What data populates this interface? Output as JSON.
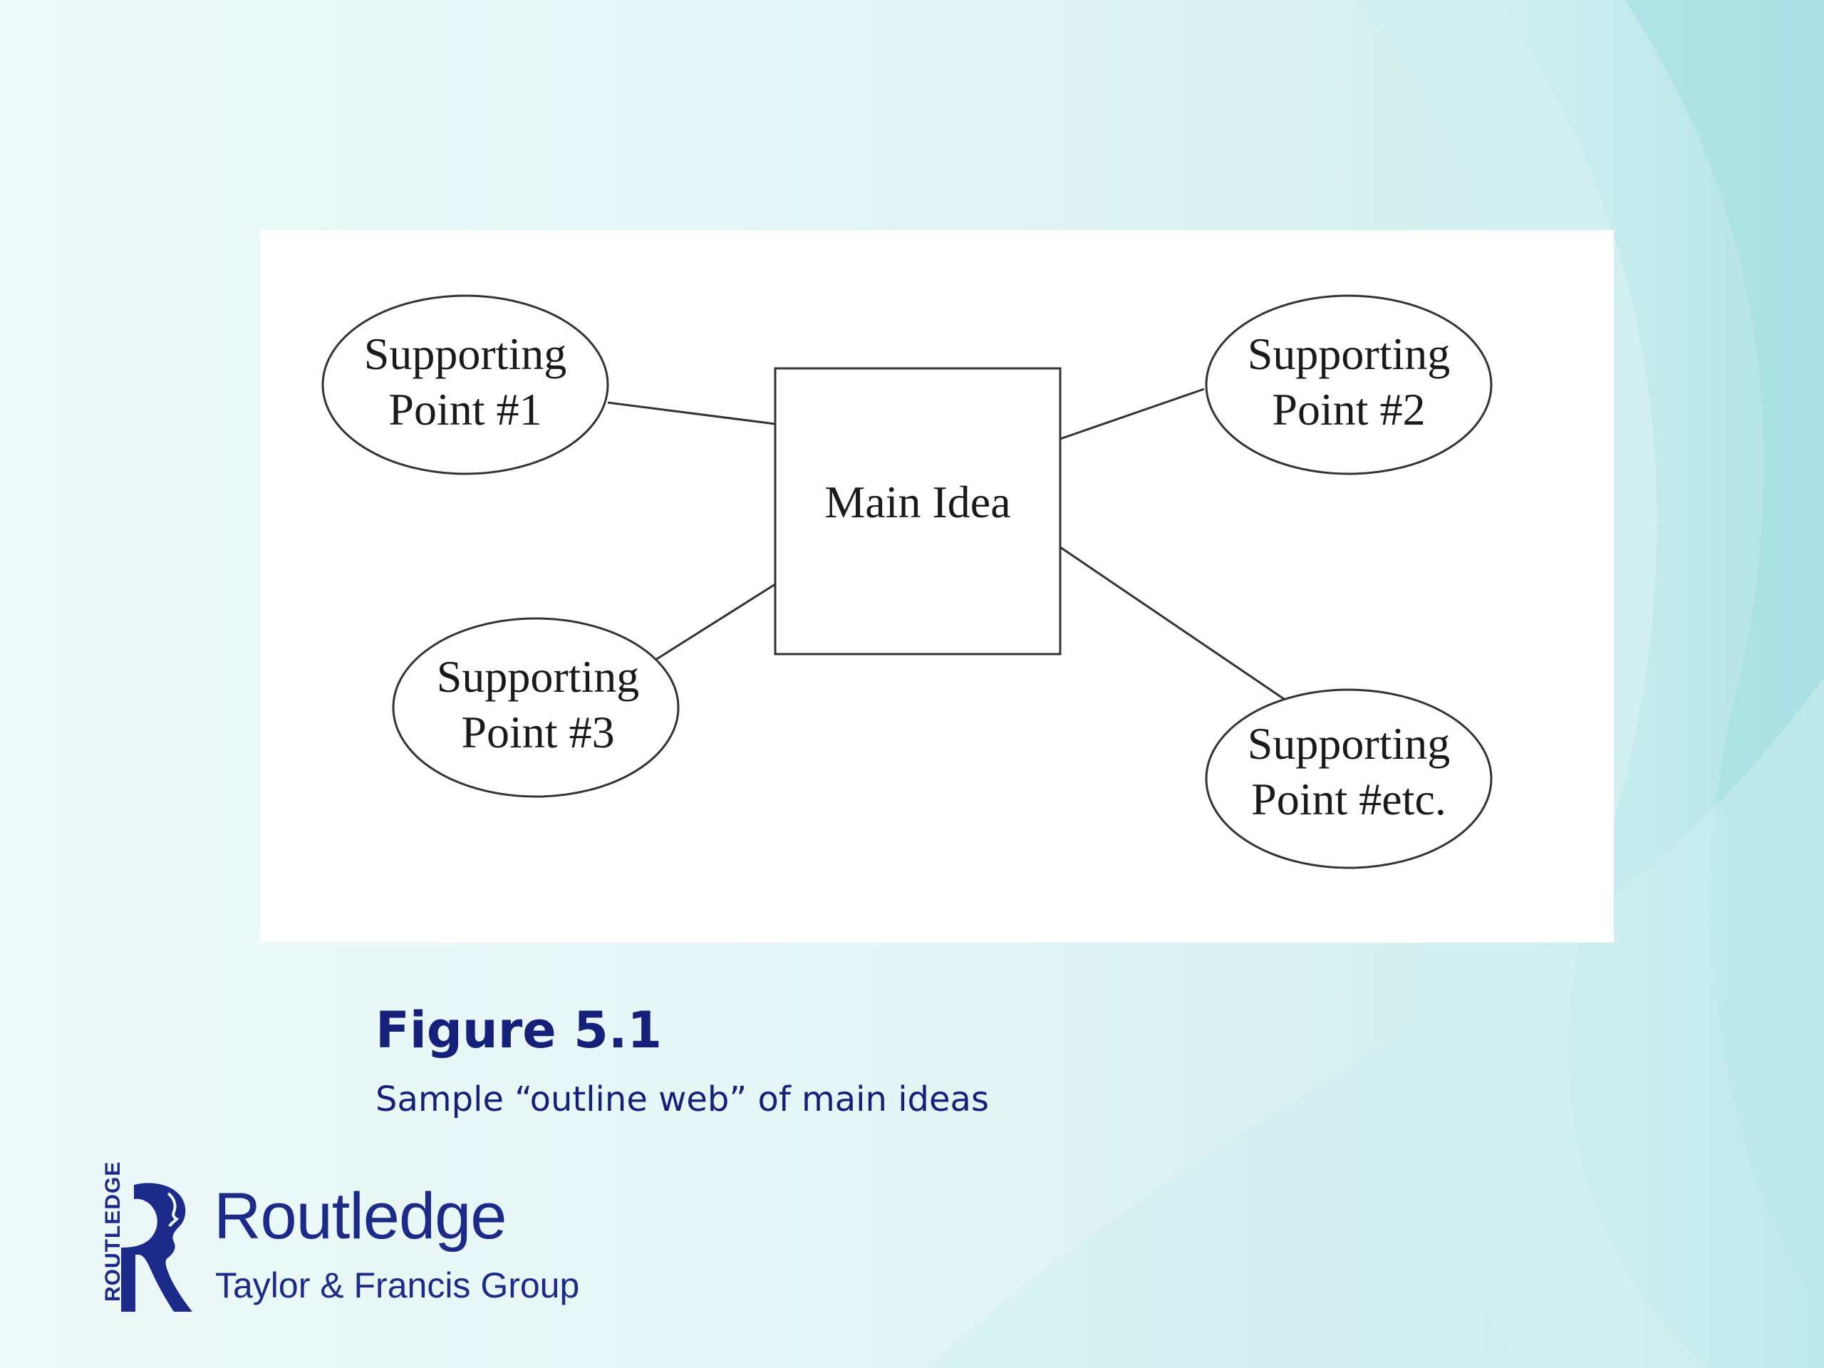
{
  "diagram": {
    "main_node": "Main Idea",
    "supporting_nodes": [
      {
        "line1": "Supporting",
        "line2": "Point #1"
      },
      {
        "line1": "Supporting",
        "line2": "Point #2"
      },
      {
        "line1": "Supporting",
        "line2": "Point #3"
      },
      {
        "line1": "Supporting",
        "line2": "Point #etc."
      }
    ]
  },
  "caption": {
    "title": "Figure 5.1",
    "subtitle": "Sample “outline web” of main ideas"
  },
  "logo": {
    "name": "Routledge",
    "group": "Taylor & Francis Group",
    "vertical": "ROUTLEDGE"
  },
  "colors": {
    "caption_text": "#15207a",
    "logo": "#1c2a8a",
    "background": "#e6f6f6"
  }
}
